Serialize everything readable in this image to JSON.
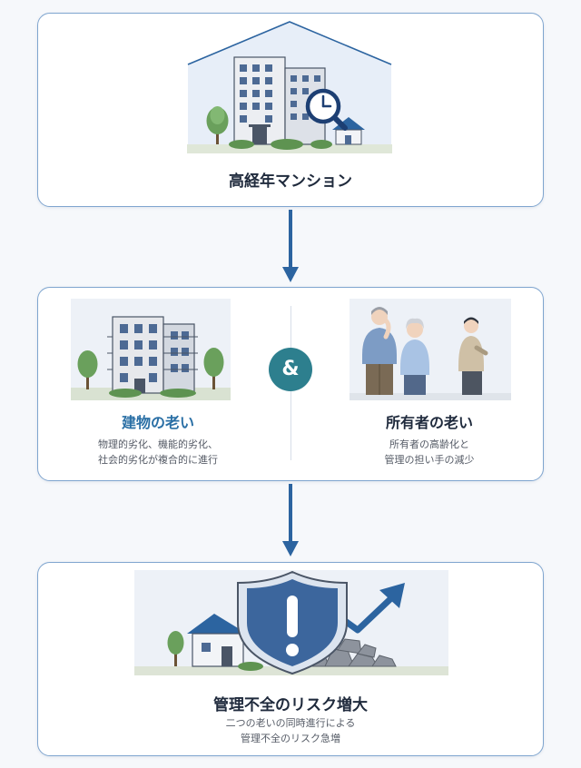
{
  "top": {
    "title": "高経年マンション"
  },
  "middle": {
    "left": {
      "title": "建物の老い",
      "desc_line1": "物理的劣化、機能的劣化、",
      "desc_line2": "社会的劣化が複合的に進行"
    },
    "connector": "&",
    "right": {
      "title": "所有者の老い",
      "desc_line1": "所有者の高齢化と",
      "desc_line2": "管理の担い手の減少"
    }
  },
  "bottom": {
    "title": "管理不全のリスク増大",
    "desc_line1": "二つの老いの同時進行による",
    "desc_line2": "管理不全のリスク急増"
  },
  "colors": {
    "accent_blue": "#2c64a0",
    "teal": "#2d7f8e",
    "card_border": "#7fa5cf",
    "left_title": "#2a6fa5"
  }
}
